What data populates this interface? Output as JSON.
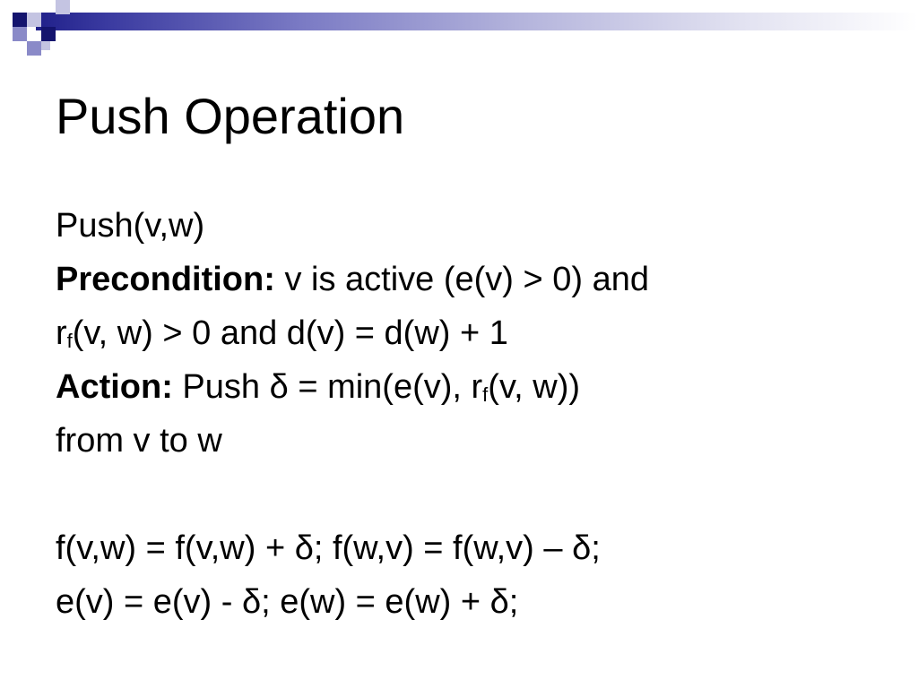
{
  "slide": {
    "title": "Push Operation",
    "lines": {
      "l1": "Push(v,w)",
      "l2_bold": "Precondition:",
      "l2_rest": " v is active (e(v) > 0) and",
      "l3_r": "r",
      "l3_sub": "f",
      "l3_rest": "(v, w) > 0 and d(v) = d(w) + 1",
      "l4_bold": "Action:",
      "l4_rest": " Push δ = min(e(v), r",
      "l4_sub": "f",
      "l4_end": "(v, w))",
      "l5": "from v to w",
      "l6": "f(v,w) = f(v,w) + δ;  f(w,v) = f(w,v) – δ;",
      "l7": "e(v) = e(v) - δ;  e(w) = e(w) + δ;"
    }
  },
  "colors": {
    "accent_dark": "#14146e",
    "accent_mid": "#8a8ac8",
    "accent_light": "#c4c4e2"
  }
}
